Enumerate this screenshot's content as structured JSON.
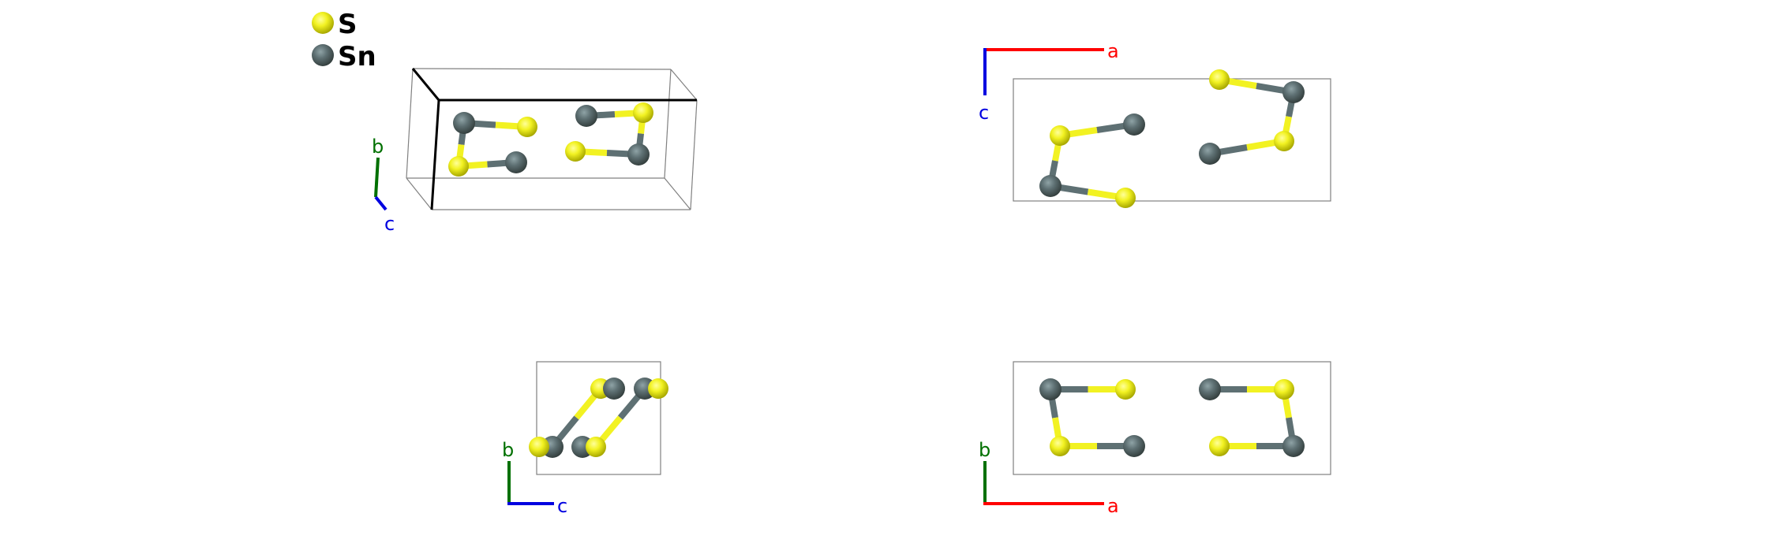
{
  "legend": [
    {
      "label": "S",
      "element": "S"
    },
    {
      "label": "Sn",
      "element": "Sn"
    }
  ],
  "colors": {
    "S": "#f2f222",
    "S_dark": "#b8b800",
    "Sn": "#5e7073",
    "Sn_dark": "#3d4a4c",
    "axis_a": "#ff0000",
    "axis_b": "#007000",
    "axis_c": "#0000e0",
    "cell": "#808080",
    "cell_front": "#000000"
  },
  "axes": {
    "a": "a",
    "b": "b",
    "c": "c"
  },
  "views": [
    {
      "name": "perspective-view",
      "axes": [
        "b",
        "c"
      ]
    },
    {
      "name": "view-ac",
      "axes": [
        "a",
        "c"
      ]
    },
    {
      "name": "view-bc",
      "axes": [
        "b",
        "c"
      ]
    },
    {
      "name": "view-ab",
      "axes": [
        "b",
        "a"
      ]
    }
  ]
}
